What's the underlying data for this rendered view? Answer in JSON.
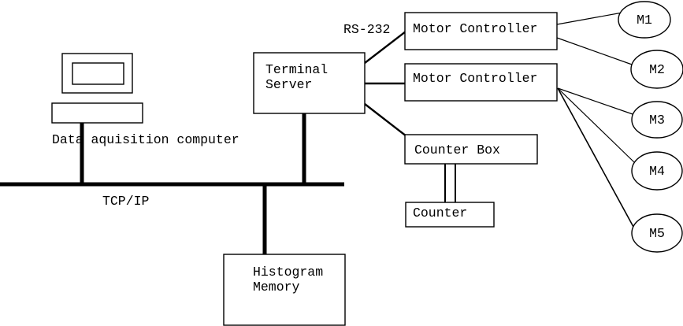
{
  "diagram": {
    "background_color": "#ffffff",
    "stroke_color": "#000000",
    "nodes": {
      "data_acquisition_computer": {
        "label": "Data aquisition computer"
      },
      "terminal_server": {
        "line1": "Terminal",
        "line2": "Server"
      },
      "motor_controller_1": {
        "label": "Motor Controller"
      },
      "motor_controller_2": {
        "label": "Motor Controller"
      },
      "counter_box": {
        "label": "Counter Box"
      },
      "counter": {
        "label": "Counter"
      },
      "histogram_memory": {
        "line1": "Histogram",
        "line2": "Memory"
      },
      "motors": [
        {
          "label": "M1"
        },
        {
          "label": "M2"
        },
        {
          "label": "M3"
        },
        {
          "label": "M4"
        },
        {
          "label": "M5"
        }
      ]
    },
    "edge_labels": {
      "network_bus": "TCP/IP",
      "serial_link": "RS-232"
    },
    "edges": [
      {
        "from": "data_acquisition_computer",
        "to": "tcp_ip_bus"
      },
      {
        "from": "terminal_server",
        "to": "tcp_ip_bus"
      },
      {
        "from": "histogram_memory",
        "to": "tcp_ip_bus"
      },
      {
        "from": "terminal_server",
        "to": "motor_controller_1",
        "label": "RS-232"
      },
      {
        "from": "terminal_server",
        "to": "motor_controller_2"
      },
      {
        "from": "terminal_server",
        "to": "counter_box"
      },
      {
        "from": "counter_box",
        "to": "counter"
      },
      {
        "from": "motor_controller_1",
        "to": "M1"
      },
      {
        "from": "motor_controller_1",
        "to": "M2"
      },
      {
        "from": "motor_controller_2",
        "to": "M3"
      },
      {
        "from": "motor_controller_2",
        "to": "M4"
      },
      {
        "from": "motor_controller_2",
        "to": "M5"
      }
    ]
  }
}
